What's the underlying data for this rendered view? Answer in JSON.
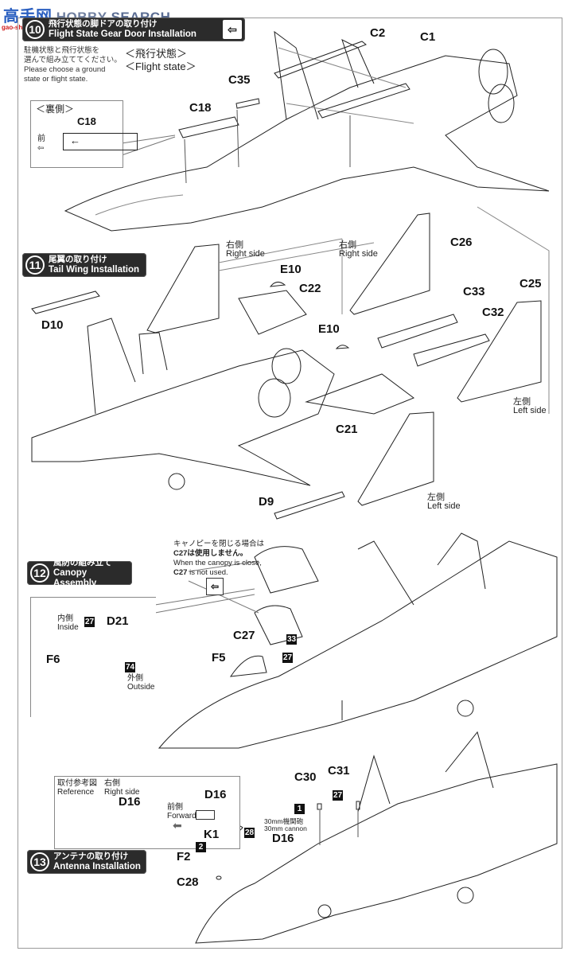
{
  "watermark": {
    "cn": "高手网",
    "brand_a": "HOBBY",
    "brand_b": "SEARCH",
    "url": "gao-shou.com"
  },
  "steps": [
    {
      "number": "10",
      "title_jp": "飛行状態の脚ドアの取り付け",
      "title_en": "Flight State Gear Door Installation",
      "has_switch_icon": true
    },
    {
      "number": "11",
      "title_jp": "尾翼の取り付け",
      "title_en": "Tail Wing Installation"
    },
    {
      "number": "12",
      "title_jp": "風防の組み立て",
      "title_en": "Canopy Assembly"
    },
    {
      "number": "13",
      "title_jp": "アンテナの取り付け",
      "title_en": "Antenna Installation"
    }
  ],
  "step10": {
    "note_jp_1": "駐機状態と飛行状態を",
    "note_jp_2": "選んで組み立ててください。",
    "note_en_1": "Please choose a ground",
    "note_en_2": "state or flight state.",
    "state_jp": "＜飛行状態＞",
    "state_en": "＜Flight state＞",
    "inset_title": "＜裏側＞",
    "inset_part": "C18",
    "inset_front": "前",
    "parts": [
      "C2",
      "C1",
      "C35",
      "C18"
    ]
  },
  "step11": {
    "right_side_jp": "右側",
    "right_side_en": "Right side",
    "left_side_jp": "左側",
    "left_side_en": "Left side",
    "parts": [
      "D10",
      "E10",
      "C22",
      "C26",
      "C33",
      "C25",
      "C32",
      "E10",
      "C21",
      "D9"
    ]
  },
  "step12": {
    "note_jp_1": "キャノピーを閉じる場合は",
    "note_jp_2": "C27は使用しません。",
    "note_en_1": "When the canopy is close,",
    "note_en_2_part": "C27",
    "note_en_2_rest": " is not used.",
    "inside_jp": "内側",
    "inside_en": "Inside",
    "outside_jp": "外側",
    "outside_en": "Outside",
    "paint_codes": [
      "27",
      "74",
      "33",
      "27"
    ],
    "parts": [
      "D21",
      "F6",
      "C27",
      "F5"
    ]
  },
  "step13": {
    "ref_jp": "取付参考図",
    "ref_en": "Reference",
    "right_jp": "右側",
    "right_en": "Right side",
    "forward_jp": "前側",
    "forward_en": "Forward",
    "cannon_jp": "30mm機関砲",
    "cannon_en": "30mm cannon",
    "paint_codes": [
      "1",
      "27",
      "28",
      "2"
    ],
    "parts": [
      "D16",
      "D16",
      "C30",
      "C31",
      "D16",
      "K1",
      "F2",
      "C28"
    ]
  }
}
